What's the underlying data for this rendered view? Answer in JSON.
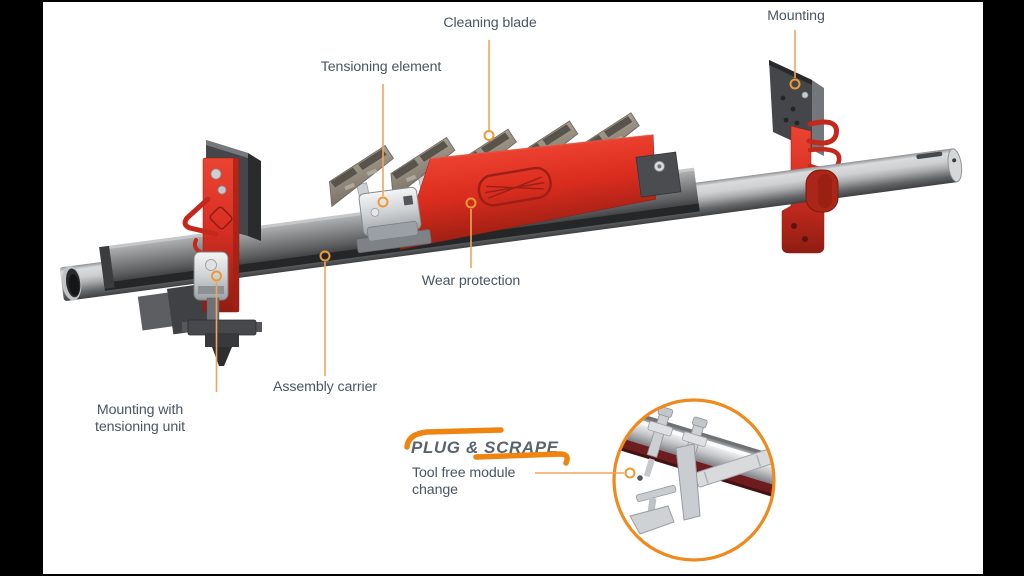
{
  "callouts": {
    "cleaning_blade": "Cleaning blade",
    "mounting": "Mounting",
    "tensioning_element": "Tensioning element",
    "wear_protection": "Wear protection",
    "assembly_carrier": "Assembly carrier",
    "mounting_with_tensioning_unit": "Mounting with\ntensioning unit"
  },
  "badge": {
    "logo_text": "PLUG & SCRAPE",
    "caption": "Tool free module\nchange"
  },
  "colors": {
    "accent_orange": "#ee8a1e",
    "leader_orange": "#f2a45c",
    "marker_orange": "#ec9a36",
    "label_text": "#4a5662",
    "logo_text_gray": "#5a646e",
    "machine_red": "#d92f23",
    "wear_strip_maroon": "#6d1c1f",
    "side_bars": "#000000",
    "canvas": "#ffffff"
  }
}
